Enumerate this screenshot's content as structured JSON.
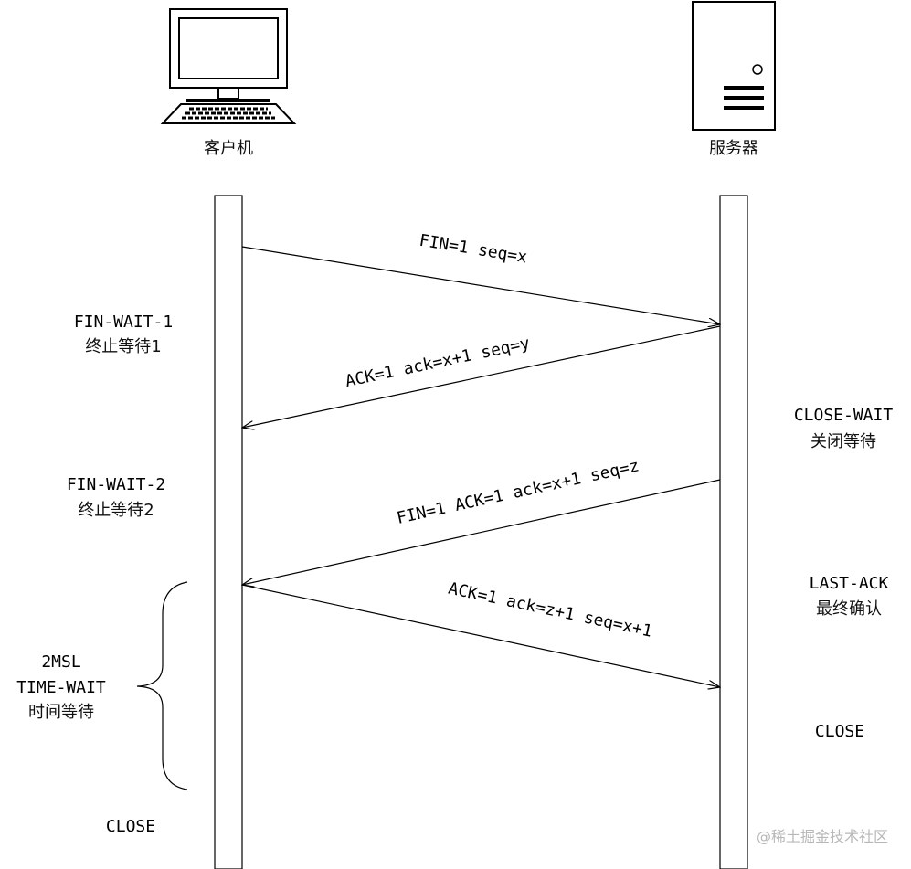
{
  "participants": {
    "client": {
      "label": "客户机",
      "icon": "desktop-computer-icon"
    },
    "server": {
      "label": "服务器",
      "icon": "server-tower-icon"
    }
  },
  "messages": [
    {
      "label": "FIN=1  seq=x",
      "direction": "client-to-server"
    },
    {
      "label": "ACK=1  ack=x+1  seq=y",
      "direction": "server-to-client"
    },
    {
      "label": "FIN=1  ACK=1  ack=x+1  seq=z",
      "direction": "server-to-client"
    },
    {
      "label": "ACK=1  ack=z+1  seq=x+1",
      "direction": "client-to-server"
    }
  ],
  "client_states": [
    {
      "line1": "FIN-WAIT-1",
      "line2": "终止等待1"
    },
    {
      "line1": "FIN-WAIT-2",
      "line2": "终止等待2"
    },
    {
      "line1": "2MSL",
      "line2": "TIME-WAIT",
      "line3": "时间等待"
    },
    {
      "line1": "CLOSE"
    }
  ],
  "server_states": [
    {
      "line1": "CLOSE-WAIT",
      "line2": "关闭等待"
    },
    {
      "line1": "LAST-ACK",
      "line2": "最终确认"
    },
    {
      "line1": "CLOSE"
    }
  ],
  "watermark": "@稀土掘金技术社区"
}
